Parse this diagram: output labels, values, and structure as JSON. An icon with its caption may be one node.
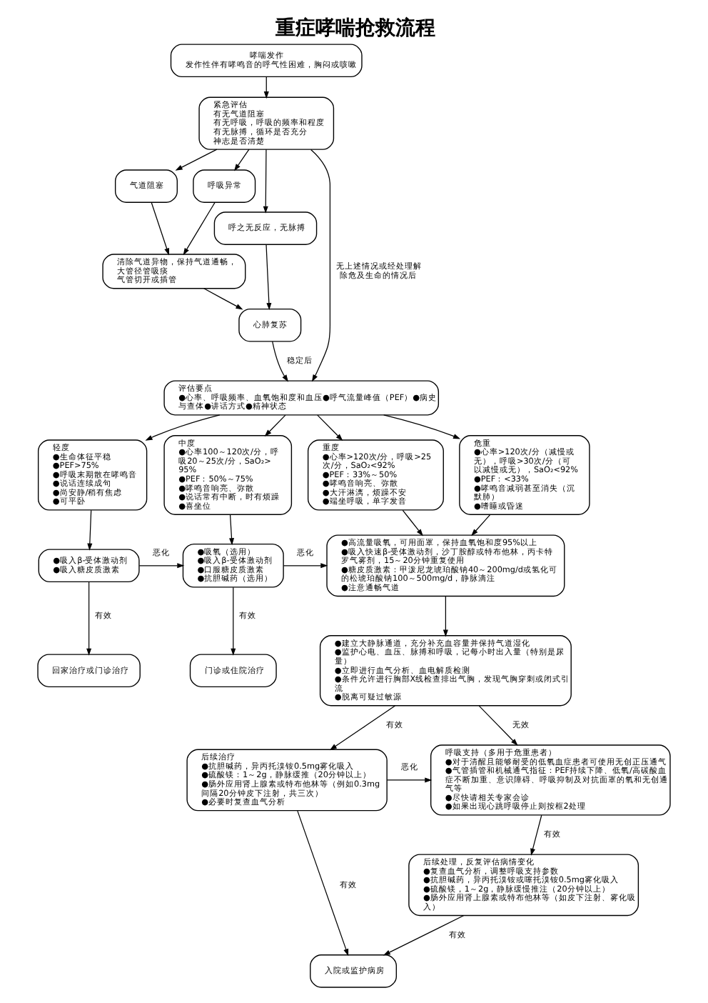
{
  "diagram": {
    "title": "重症哮喘抢救流程",
    "nodes": [
      {
        "text": [
          "哮喘发作",
          "发作性伴有哮鸣音的呼气性困难，胸闷或咳嗽"
        ]
      },
      {
        "text": [
          "紧急评估",
          "有无气道阻塞",
          "有无呼吸，呼吸的频率和程度",
          "有无脉搏，循环是否充分",
          "神志是否清楚"
        ]
      },
      {
        "text": [
          "气道阻塞"
        ]
      },
      {
        "text": [
          "呼吸异常"
        ]
      },
      {
        "text": [
          "呼之无反应，无脉搏"
        ]
      },
      {
        "text": [
          "清除气道异物，保持气道通畅，大管径管吸痰",
          "气管切开或插管"
        ]
      },
      {
        "text": [
          "心肺复苏"
        ]
      },
      {
        "text": [
          "评估要点",
          "●心率、呼吸频率、血氧饱和度和血压●呼气流量峰值（PEF）●病史与查体●讲话方式●精神状态"
        ]
      },
      {
        "text": [
          "轻度",
          "●生命体征平稳",
          "●PEF>75%",
          "●呼吸末期散在哮鸣音",
          "●说话连续成句",
          "●尚安静/稍有焦虑",
          "●可平卧"
        ]
      },
      {
        "text": [
          "中度",
          "●心率100～120次/分，呼吸20～25次/分，SaO₂>95%",
          "●PEF：50%～75%",
          "●哮鸣音响亮、弥散",
          "●说话常有中断，时有烦躁",
          "●喜坐位"
        ]
      },
      {
        "text": [
          "重度",
          "●心率>120次/分，呼吸>25次/分，SaO₂<92%",
          "●PEF：33%～50%",
          "●哮鸣音响亮、弥散",
          "●大汗淋漓，烦躁不安",
          "●端坐呼吸，单字发音"
        ]
      },
      {
        "text": [
          "危重",
          "●心率>120次/分（减慢或无），呼吸>30次/分（可以减慢或无），SaO₂<92%",
          "●PEF：<33%",
          "●哮鸣音减弱甚至消失（沉默肺）",
          "●嗜睡或昏迷"
        ]
      },
      {
        "text": [
          "●吸入β-受体激动剂",
          "●吸入糖皮质激素"
        ]
      },
      {
        "text": [
          "●吸氧（选用）",
          "●吸入β-受体激动剂",
          "●口服糖皮质激素",
          "●抗胆碱药（选用）"
        ]
      },
      {
        "text": [
          "●高流量吸氧，可用面罩，保持血氧饱和度95%以上",
          "●吸入快速β-受体激动剂，沙丁胺醇或特布他林，丙卡特罗气雾剂，15～20分钟重复使用",
          "●糖皮质激素：甲泼尼龙琥珀酸钠40～200mg/d或氢化可的松琥珀酸钠100～500mg/d，静脉滴注",
          "●注意通畅气道"
        ]
      },
      {
        "text": [
          "回家治疗或门诊治疗"
        ]
      },
      {
        "text": [
          "门诊或住院治疗"
        ]
      },
      {
        "text": [
          "●建立大静脉通道，充分补充血容量并保持气道湿化",
          "●监护心电、血压、脉搏和呼吸，记每小时出入量（特别是尿量）",
          "●立即进行血气分析、血电解质检测",
          "●条件允许进行胸部X线检查排出气胸，发现气胸穿刺或闭式引流",
          "●脱离可疑过敏源"
        ]
      },
      {
        "text": [
          "后续治疗",
          "●抗胆碱药，异丙托溴铵0.5mg雾化吸入",
          "●硫酸镁：1～2g，静脉缓推（20分钟以上）",
          "●肠外应用肾上腺素或特布他林等（例如0.3mg间隔20分钟皮下注射，共三次）",
          "●必要时复查血气分析"
        ]
      },
      {
        "text": [
          "呼吸支持（多用于危重患者）",
          "●对于清醒且能够耐受的低氧血症患者可使用无创正压通气",
          "●气管插管和机械通气指征：PEF持续下降、低氧/高碳酸血症不断加重、意识障碍、呼吸抑制及对抗面罩的氧和无创通气等",
          "●尽快请相关专家会诊",
          "●如果出现心跳呼吸停止则按框2处理"
        ]
      },
      {
        "text": [
          "入院或监护病房"
        ]
      },
      {
        "text": [
          "后续处理，反复评估病情变化",
          "●复查血气分析，调整呼吸支持参数",
          "●抗胆碱药，异丙托溴铵或噻托溴铵0.5mg雾化吸入",
          "●硫酸镁，1～2g，静脉缓慢推注（20分钟以上）",
          "●肠外应用肾上腺素或特布他林等（如皮下注射、雾化吸入）"
        ]
      }
    ],
    "edges": [
      {
        "from": 0,
        "to": 1,
        "arrow": "to"
      },
      {
        "from": 1,
        "to": 2,
        "arrow": "to"
      },
      {
        "from": 1,
        "to": 3,
        "arrow": "to"
      },
      {
        "from": 1,
        "to": 4,
        "arrow": "to"
      },
      {
        "from": 2,
        "to": 5,
        "arrow": "to"
      },
      {
        "from": 3,
        "to": 5,
        "arrow": "to"
      },
      {
        "from": 4,
        "to": 6,
        "arrow": "to"
      },
      {
        "from": 5,
        "to": 6,
        "arrow": "to"
      },
      {
        "from": 1,
        "to": 7,
        "arrow": "to",
        "label": "无上述情况或经处理解除危及生命的情况后"
      },
      {
        "from": 6,
        "to": 7,
        "arrow": "to",
        "label": "稳定后"
      },
      {
        "from": 7,
        "to": 8,
        "arrow": "to"
      },
      {
        "from": 7,
        "to": 9,
        "arrow": "to"
      },
      {
        "from": 7,
        "to": 10,
        "arrow": "to"
      },
      {
        "from": 7,
        "to": 11,
        "arrow": "to"
      },
      {
        "from": 8,
        "to": 12,
        "arrow": "to"
      },
      {
        "from": 9,
        "to": 13,
        "arrow": "to"
      },
      {
        "from": 10,
        "to": 14,
        "arrow": "to"
      },
      {
        "from": 11,
        "to": 14,
        "arrow": "to"
      },
      {
        "from": 12,
        "to": 13,
        "arrow": "to",
        "label": "恶化"
      },
      {
        "from": 13,
        "to": 14,
        "arrow": "to",
        "label": "恶化"
      },
      {
        "from": 12,
        "to": 15,
        "arrow": "to",
        "label": "有效"
      },
      {
        "from": 13,
        "to": 16,
        "arrow": "to",
        "label": "有效"
      },
      {
        "from": 14,
        "to": 17,
        "arrow": "to"
      },
      {
        "from": 17,
        "to": 18,
        "arrow": "to",
        "label": "有效"
      },
      {
        "from": 17,
        "to": 19,
        "arrow": "to",
        "label": "无效"
      },
      {
        "from": 18,
        "to": 19,
        "arrow": "to",
        "label": "恶化"
      },
      {
        "from": 18,
        "to": 20,
        "arrow": "to",
        "label": "有效"
      },
      {
        "from": 19,
        "to": 21,
        "arrow": "to",
        "label": "有效"
      },
      {
        "from": 21,
        "to": 20,
        "arrow": "to",
        "label": "有效"
      }
    ]
  }
}
